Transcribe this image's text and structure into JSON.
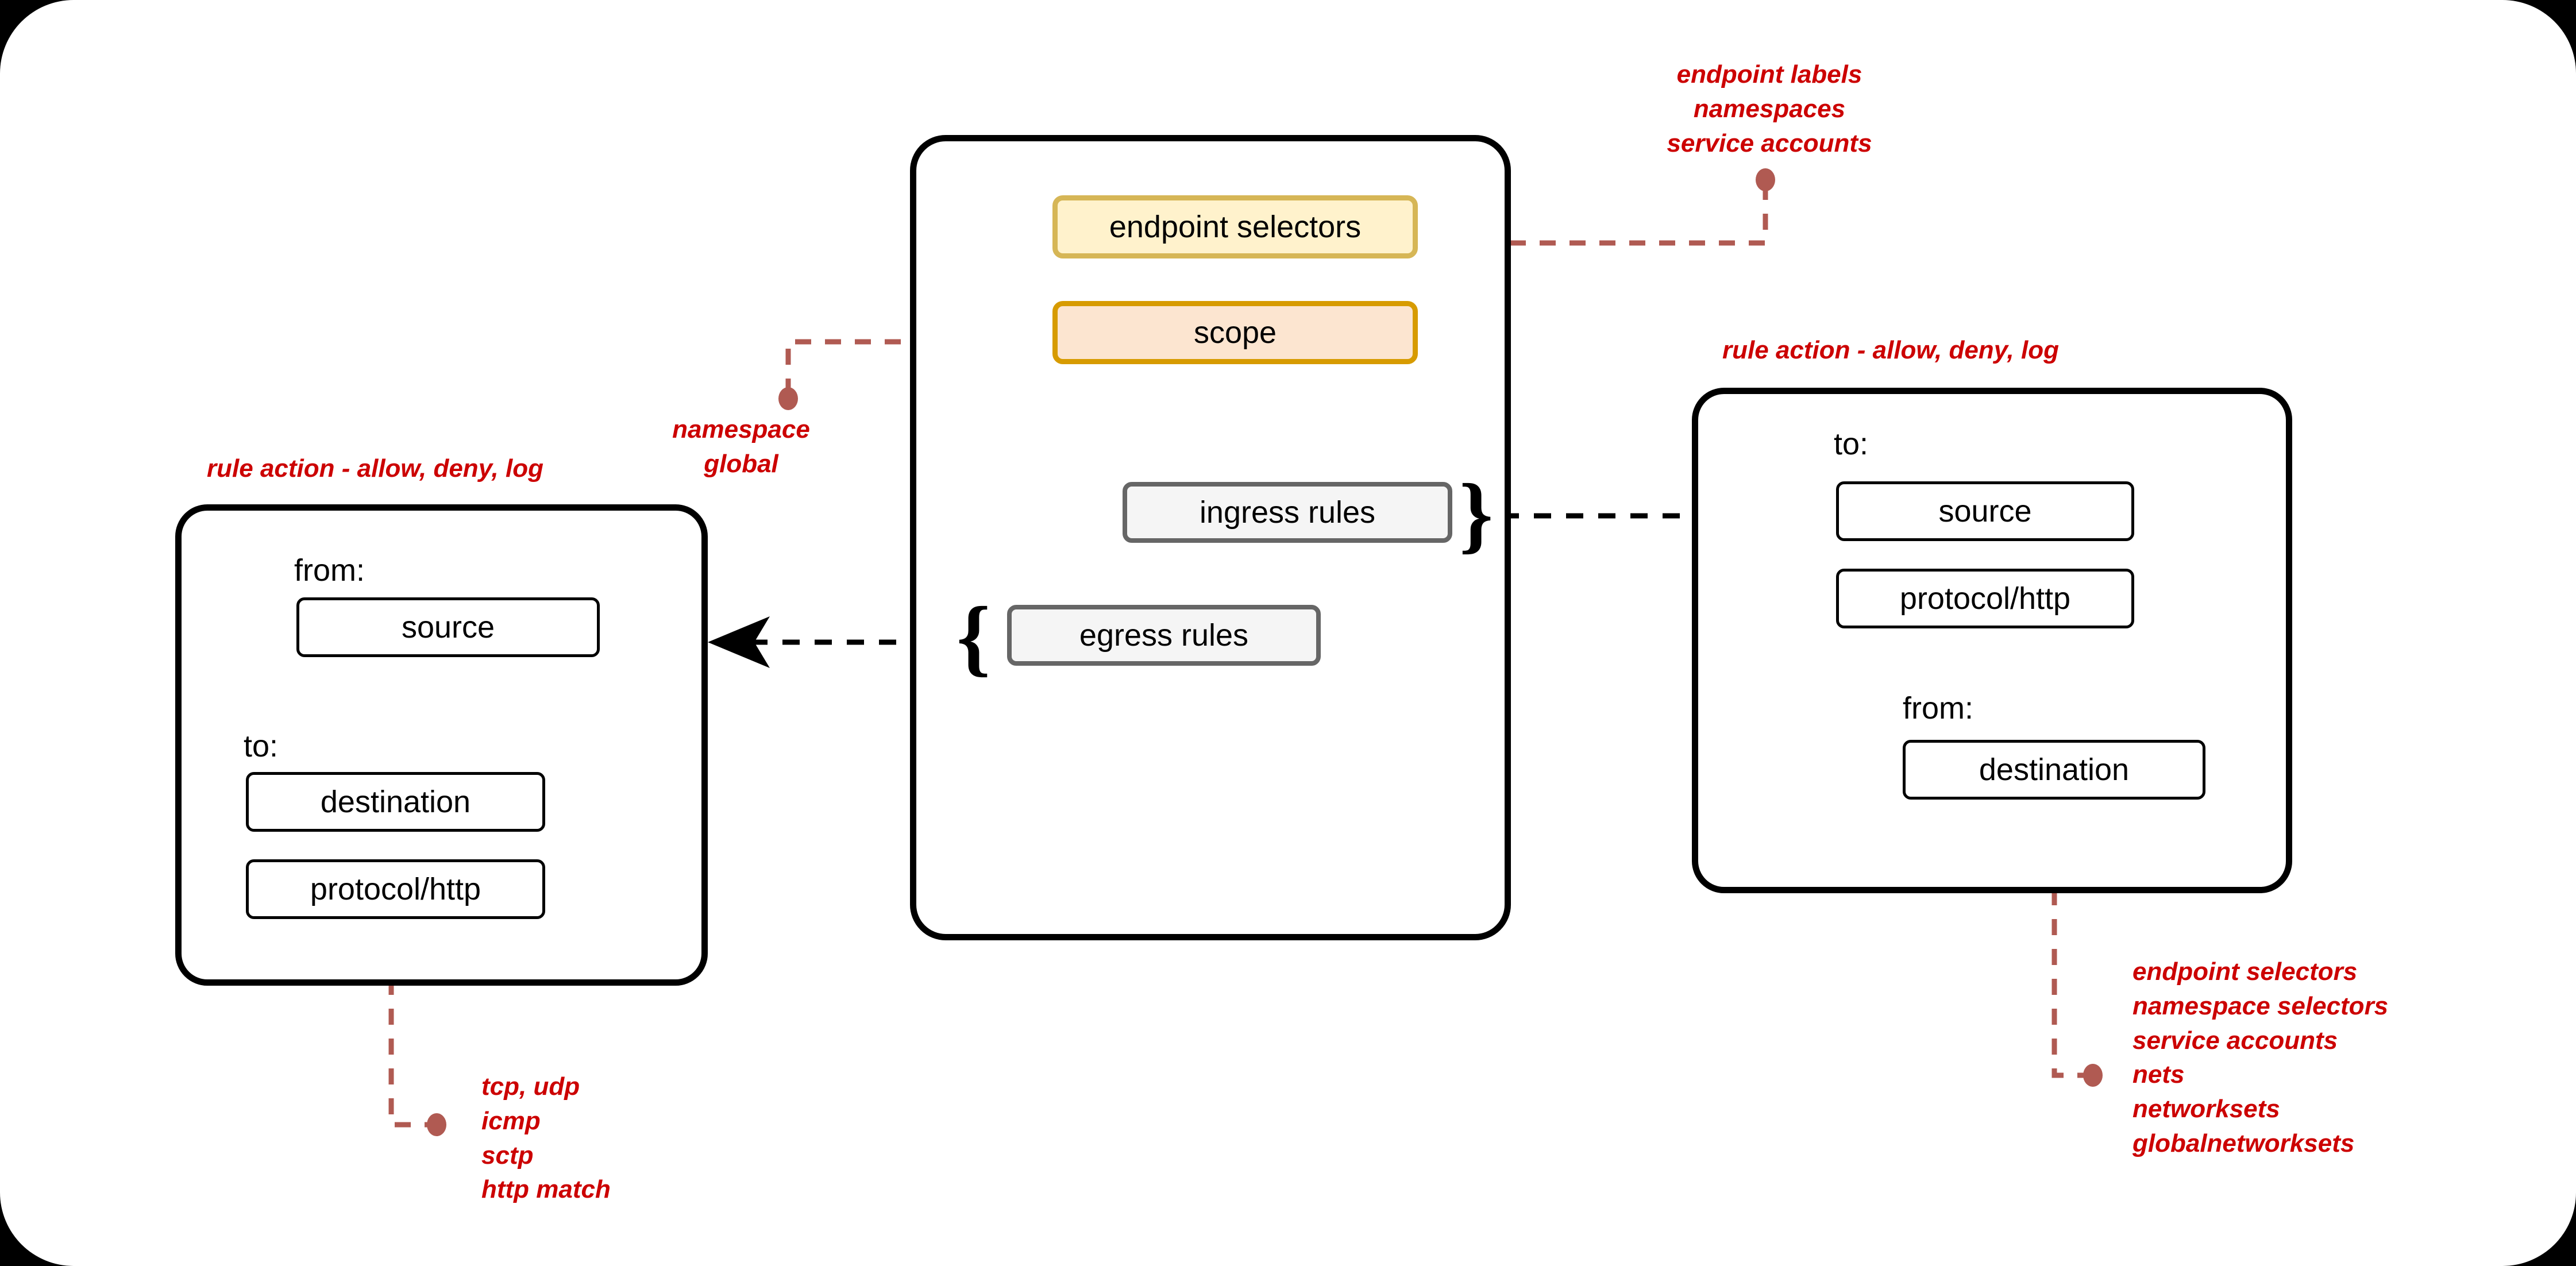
{
  "diagram": {
    "title": "network policy structure",
    "colors": {
      "annotation_red": "#cc0000",
      "connector_red": "#b05a52",
      "endpoint_selectors_fill": "#fff2cc",
      "endpoint_selectors_border": "#d6b656",
      "scope_fill": "#fce5d0",
      "scope_border": "#d79b00",
      "rules_fill": "#f5f5f5",
      "rules_border": "#666666",
      "panel_border": "#000000"
    }
  },
  "center_panel": {
    "endpoint_selectors": "endpoint selectors",
    "scope": "scope",
    "ingress_rules": "ingress rules",
    "egress_rules": "egress rules",
    "brace_ingress": "}",
    "brace_egress": "{"
  },
  "left_panel": {
    "annotation": "rule action - allow, deny, log",
    "from_label": "from:",
    "source": "source",
    "to_label": "to:",
    "destination": "destination",
    "protocol": "protocol/http"
  },
  "right_panel": {
    "annotation": "rule action - allow, deny, log",
    "to_label": "to:",
    "source": "source",
    "protocol": "protocol/http",
    "from_label": "from:",
    "destination": "destination"
  },
  "annotations": {
    "endpoint_labels": {
      "lines": [
        "endpoint labels",
        "namespaces",
        "service accounts"
      ]
    },
    "namespace_global": {
      "lines": [
        "namespace",
        "global"
      ]
    },
    "protocols": {
      "lines": [
        "tcp, udp",
        "icmp",
        "sctp",
        "http match"
      ]
    },
    "selectors_list": {
      "lines": [
        "endpoint selectors",
        "namespace selectors",
        "service accounts",
        "nets",
        "networksets",
        "globalnetworksets"
      ]
    }
  }
}
